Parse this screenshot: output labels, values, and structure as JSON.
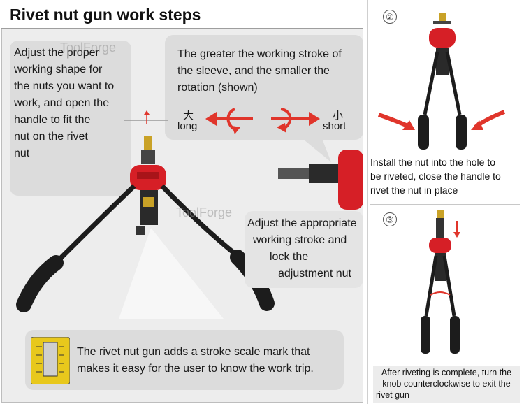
{
  "title": "Rivet nut gun work steps",
  "watermark": "ToolForge",
  "callouts": {
    "adjust_shape": [
      "Adjust the proper",
      "working shape for",
      "the nuts you want to",
      "work, and open the",
      "handle to fit the",
      "nut on the rivet",
      "nut"
    ],
    "stroke_info": [
      "The greater the working stroke of",
      "the sleeve, and the smaller the",
      "rotation (shown)"
    ],
    "adjust_stroke": [
      "Adjust the appropriate",
      "working stroke and",
      "lock the",
      "adjustment nut"
    ],
    "scale_mark": [
      "The rivet nut gun adds a stroke scale mark that",
      "makes it easy for the user to know the work trip."
    ]
  },
  "direction": {
    "long_char": "大",
    "long_label": "long",
    "short_char": "小",
    "short_label": "short"
  },
  "steps": [
    {
      "number": "②",
      "caption": [
        "Install the nut into the hole to",
        "be riveted, close the handle to",
        "rivet the nut in place"
      ]
    },
    {
      "number": "③",
      "caption": [
        "After riveting is complete, turn the",
        "knob counterclockwise to exit the",
        "rivet gun"
      ]
    }
  ],
  "colors": {
    "tool_red": "#d61f26",
    "arrow_red": "#e0352b",
    "handle_black": "#1c1c1c",
    "brass": "#c9a227",
    "panel_grey": "#ededed",
    "bubble_grey": "#dcdcdc"
  },
  "icons": {
    "stroke_scale": "stroke-scale-icon",
    "rotate_long": "rotate-arrow-icon",
    "rotate_short": "rotate-arrow-icon"
  }
}
